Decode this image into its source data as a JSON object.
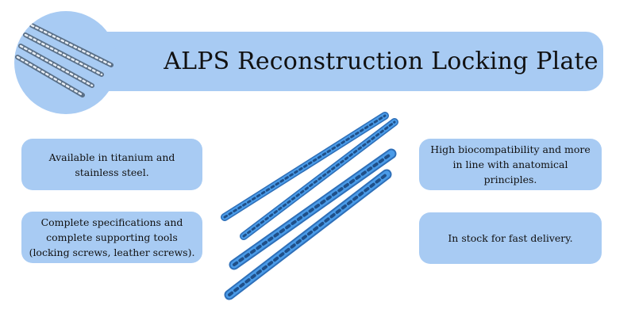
{
  "header": {
    "title": "ALPS Reconstruction Locking Plate"
  },
  "features": [
    {
      "text": "Available in titanium and stainless steel."
    },
    {
      "text": "Complete specifications and complete supporting tools (locking screws, leather screws)."
    },
    {
      "text": "High biocompatibility and more in line with anatomical principles."
    },
    {
      "text": "In stock for fast delivery."
    }
  ],
  "colors": {
    "card_background": "#a8cbf3",
    "plate_blue": "#3d8fe0"
  },
  "images": {
    "main": "reconstruction-locking-plates",
    "thumbnail": "reconstruction-locking-plates-thumbnail"
  }
}
